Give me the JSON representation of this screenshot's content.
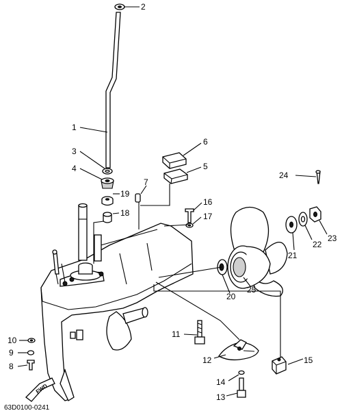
{
  "diagram": {
    "drawing_code": "63D0100-0241",
    "direction_tag": "FWD",
    "callouts": [
      "1",
      "2",
      "3",
      "4",
      "5",
      "6",
      "7",
      "8",
      "9",
      "10",
      "11",
      "12",
      "13",
      "14",
      "15",
      "16",
      "17",
      "18",
      "19",
      "20",
      "21",
      "22",
      "23",
      "24",
      "25"
    ]
  }
}
